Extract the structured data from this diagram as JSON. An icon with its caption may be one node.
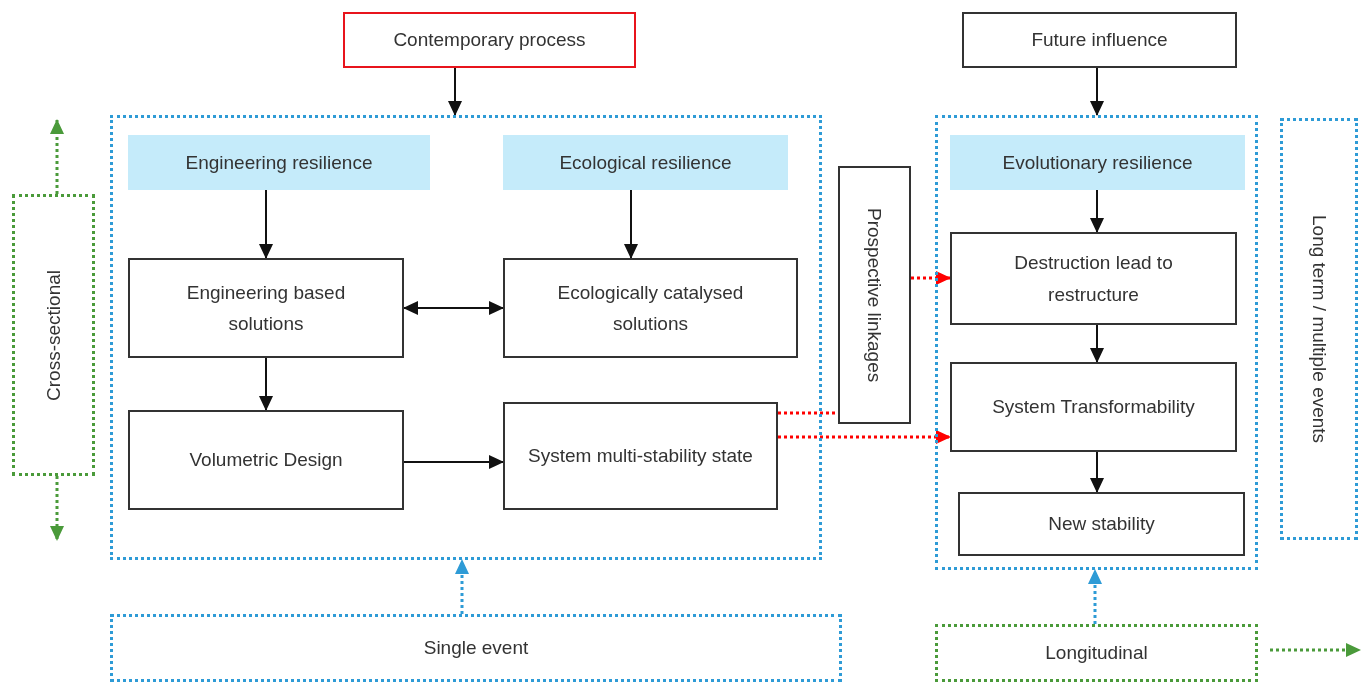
{
  "diagram": {
    "nodes": [
      {
        "text": [
          "Contemporary process"
        ]
      },
      {
        "text": [
          "Future influence"
        ]
      },
      {
        "text": [],
        "shape": "box"
      },
      {
        "text": [
          "Engineering resilience"
        ],
        "in": 2
      },
      {
        "text": [
          "Ecological resilience"
        ],
        "in": 2
      },
      {
        "text": [
          "Engineering based solutions"
        ],
        "in": 2
      },
      {
        "text": [
          "Ecologically catalysed solutions"
        ],
        "in": 2
      },
      {
        "text": [
          "Volumetric Design"
        ],
        "in": 2
      },
      {
        "text": [
          "System multi-stability state"
        ],
        "in": 2
      },
      {
        "text": [
          "Prospective linkages"
        ]
      },
      {
        "text": [],
        "shape": "box"
      },
      {
        "text": [
          "Evolutionary resilience"
        ],
        "in": 10
      },
      {
        "text": [
          "Destruction lead to restructure"
        ],
        "in": 10
      },
      {
        "text": [
          "System Transformability"
        ],
        "in": 10
      },
      {
        "text": [
          "New stability"
        ],
        "in": 10
      },
      {
        "text": [
          "Long term / multiple events"
        ]
      },
      {
        "text": [
          "Cross-sectional"
        ]
      },
      {
        "text": [
          "Single event"
        ]
      },
      {
        "text": [
          "Longitudinal"
        ]
      }
    ],
    "edges": [
      {
        "from": 0,
        "to": 2,
        "arrow": "to"
      },
      {
        "from": 1,
        "to": 10,
        "arrow": "to"
      },
      {
        "from": 3,
        "to": 5,
        "arrow": "to"
      },
      {
        "from": 4,
        "to": 6,
        "arrow": "to"
      },
      {
        "from": 5,
        "to": 6,
        "arrow": "both"
      },
      {
        "from": 5,
        "to": 7,
        "arrow": "to"
      },
      {
        "from": 7,
        "to": 8,
        "arrow": "to"
      },
      {
        "from": 11,
        "to": 12,
        "arrow": "to"
      },
      {
        "from": 12,
        "to": 13,
        "arrow": "to"
      },
      {
        "from": 13,
        "to": 14,
        "arrow": "to"
      },
      {
        "from": 9,
        "to": 12,
        "arrow": "to",
        "style": "dashed",
        "color": "#ff0000"
      },
      {
        "from": 8,
        "to": 9,
        "arrow": "none",
        "style": "dashed",
        "color": "#ff0000"
      },
      {
        "from": 8,
        "to": 13,
        "arrow": "to",
        "style": "dashed",
        "color": "#ff0000"
      },
      {
        "from": 17,
        "to": 2,
        "arrow": "to",
        "style": "dashed",
        "color": "#2e9bd6"
      },
      {
        "from": 18,
        "to": 10,
        "arrow": "to",
        "style": "dashed",
        "color": "#2e9bd6"
      },
      {
        "from": 16,
        "to": null,
        "arrow": "to",
        "style": "dashed",
        "color": "#4a9a3a"
      },
      {
        "from": 16,
        "to": null,
        "arrow": "to",
        "style": "dashed",
        "color": "#4a9a3a"
      },
      {
        "from": 18,
        "to": null,
        "arrow": "to",
        "style": "dashed",
        "color": "#4a9a3a"
      }
    ]
  }
}
